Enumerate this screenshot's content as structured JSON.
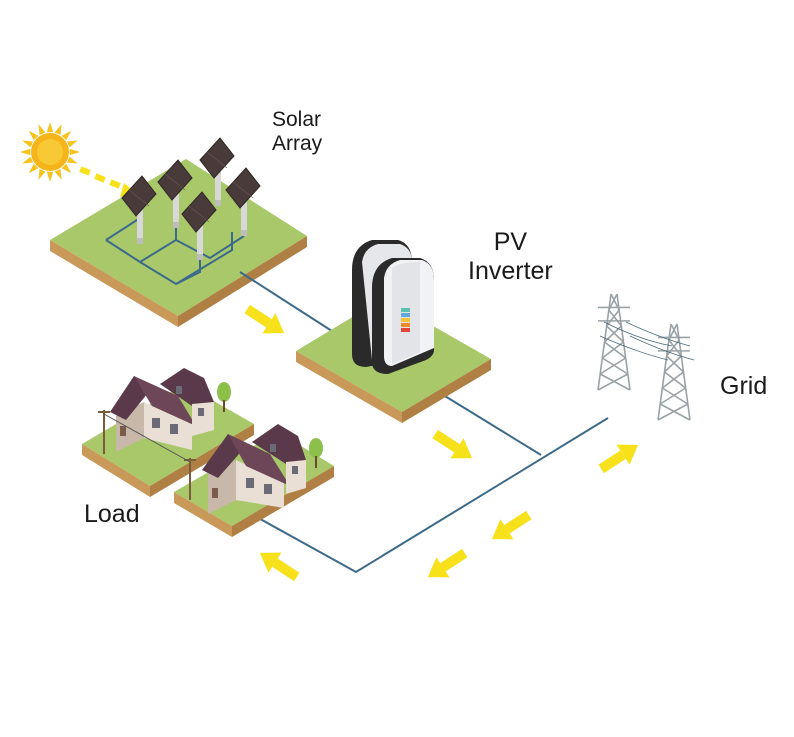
{
  "labels": {
    "solar_array": [
      "Solar",
      "Array"
    ],
    "pv_inverter": [
      "PV",
      "Inverter"
    ],
    "grid": "Grid",
    "load": "Load"
  },
  "colors": {
    "sun": "#f6b41a",
    "sun_ray": "#f7c21b",
    "grass": "#a9c86a",
    "soil": "#c9995a",
    "soil_dark": "#b07f43",
    "panel": "#4a3b3b",
    "wire": "#3c6a8a",
    "arrow": "#f7e11a",
    "inverter_body": "#f1f2f4",
    "inverter_side": "#2a2a2a",
    "roof": "#5a3a4a",
    "wall": "#e9dfd4",
    "tower": "#9aa2a6"
  },
  "icons": [
    "sun-icon",
    "solar-panel-icon",
    "inverter-icon",
    "house-icon",
    "transmission-tower-icon",
    "flow-arrow-icon"
  ]
}
